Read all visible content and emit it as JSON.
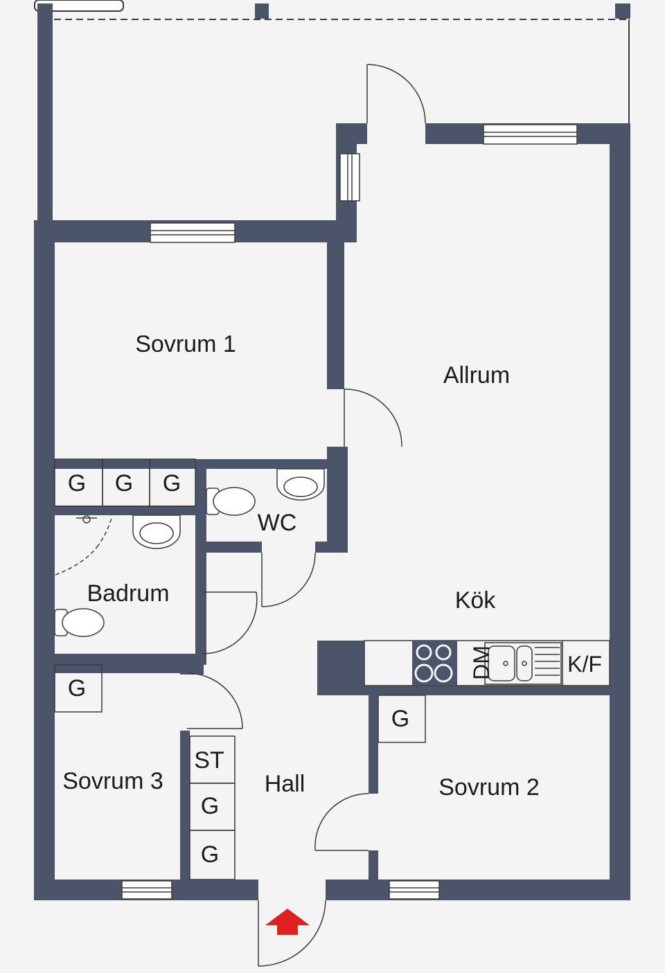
{
  "colors": {
    "wall": "#4b5469",
    "floor": "#f4f4f4",
    "line": "#3a3a3a",
    "entrance_arrow": "#e02020"
  },
  "rooms": {
    "sovrum1": "Sovrum 1",
    "allrum": "Allrum",
    "wc": "WC",
    "badrum": "Badrum",
    "kok": "Kök",
    "sovrum2": "Sovrum 2",
    "sovrum3": "Sovrum 3",
    "hall": "Hall"
  },
  "storage": {
    "g": "G",
    "st": "ST",
    "dm": "DM",
    "kf": "K/F"
  },
  "icons": [
    "stove-icon",
    "sink-icon",
    "toilet-icon",
    "washbasin-icon",
    "shower-icon",
    "window-icon",
    "door-swing-icon",
    "entrance-arrow-icon"
  ]
}
